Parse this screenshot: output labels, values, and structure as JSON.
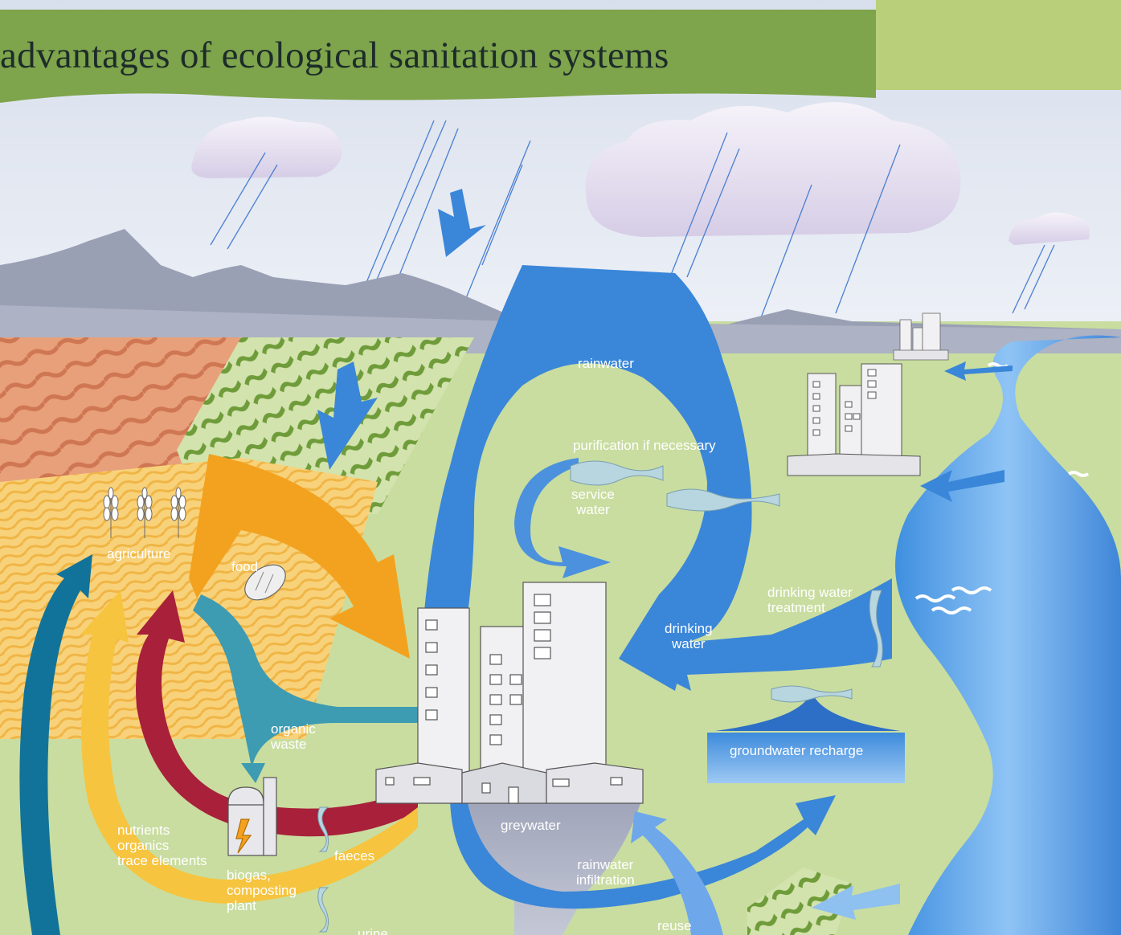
{
  "title": "advantages of ecological sanitation systems",
  "colors": {
    "title_band": "#7ea44c",
    "sky": "#dfe6f1",
    "cloud": "#eae4f2",
    "mountain": "#9aa0b4",
    "ground": "#c9dda0",
    "field_terracotta": "#d98a66",
    "crop_green": "#6f9c3a",
    "field_yellow": "#f4c657",
    "water_blue": "#3a86d8",
    "river": "#5ba2e8",
    "food_orange": "#f3a21f",
    "nutrient_red": "#a8203a",
    "organic_teal": "#3d9bb2",
    "urine_yellow": "#f6c43e",
    "agri_teal": "#12739a",
    "greywater_grey": "#a9aebf"
  },
  "labels": {
    "rainwater": "rainwater",
    "purification": "purification if necessary",
    "service_water": [
      "service",
      "water"
    ],
    "drinking_water_treatment": [
      "drinking water",
      "treatment"
    ],
    "drinking_water": [
      "drinking",
      "water"
    ],
    "groundwater_recharge": "groundwater recharge",
    "agriculture": "agriculture",
    "food": "food",
    "organic_waste": [
      "organic",
      "waste"
    ],
    "nutrients": [
      "nutrients",
      "organics",
      "trace elements"
    ],
    "biogas": [
      "biogas,",
      "composting",
      "plant"
    ],
    "faeces": "faeces",
    "urine": "urine",
    "greywater": "greywater",
    "rainwater_infiltration": [
      "rainwater",
      "infiltration"
    ],
    "reuse": "reuse"
  },
  "icons": [
    "cloud-icon",
    "rain-icon",
    "mountain-icon",
    "wheat-icon",
    "bread-icon",
    "city-icon",
    "biogas-plant-icon",
    "filter-wave-icon",
    "river-icon"
  ]
}
